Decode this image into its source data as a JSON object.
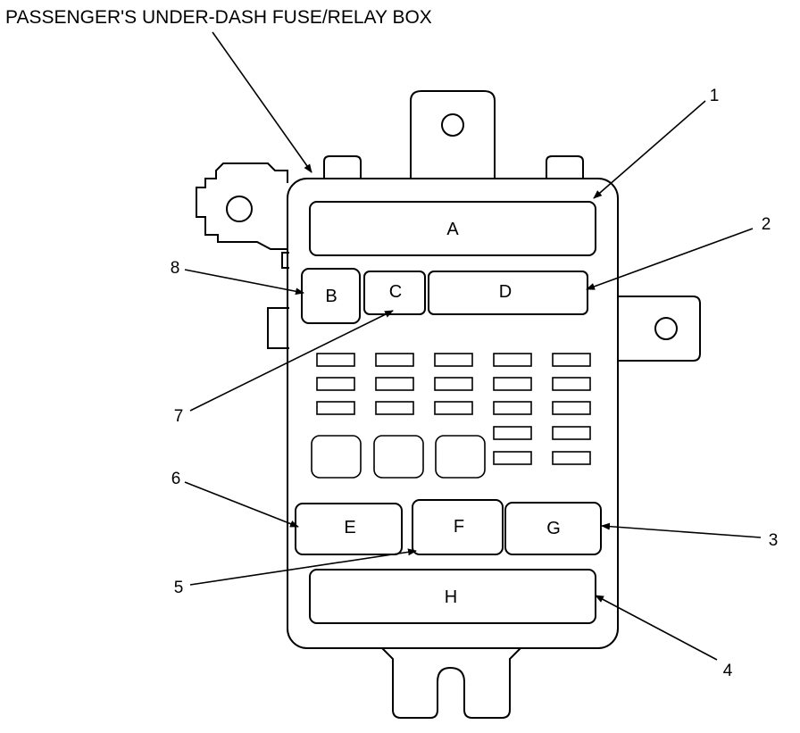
{
  "title": "PASSENGER'S UNDER-DASH FUSE/RELAY BOX",
  "connectors": {
    "A": "A",
    "B": "B",
    "C": "C",
    "D": "D",
    "E": "E",
    "F": "F",
    "G": "G",
    "H": "H"
  },
  "callouts": {
    "c1": "1",
    "c2": "2",
    "c3": "3",
    "c4": "4",
    "c5": "5",
    "c6": "6",
    "c7": "7",
    "c8": "8"
  },
  "colors": {
    "line": "#000000",
    "background": "#ffffff"
  }
}
